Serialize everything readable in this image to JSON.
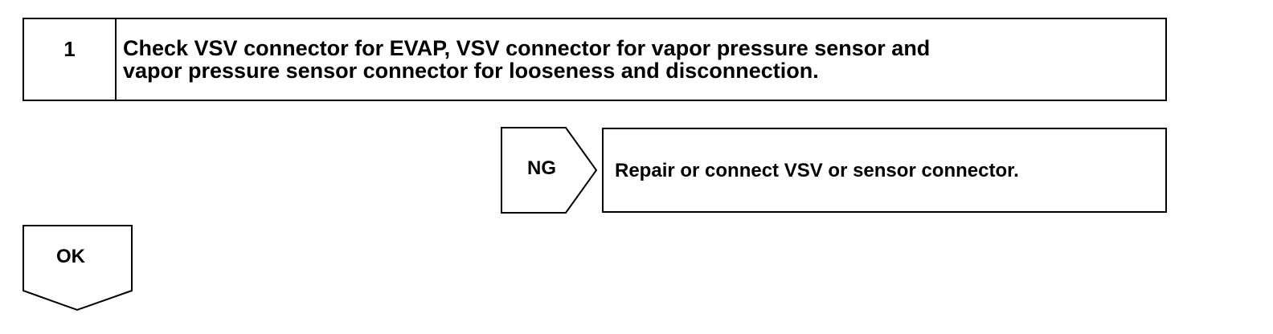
{
  "step": {
    "number": "1",
    "text": "Check VSV connector for EVAP, VSV connector for vapor pressure sensor and\nvapor pressure sensor connector for looseness and disconnection."
  },
  "branch_ng": {
    "label": "NG",
    "action": "Repair or connect VSV or sensor connector."
  },
  "branch_ok": {
    "label": "OK"
  }
}
